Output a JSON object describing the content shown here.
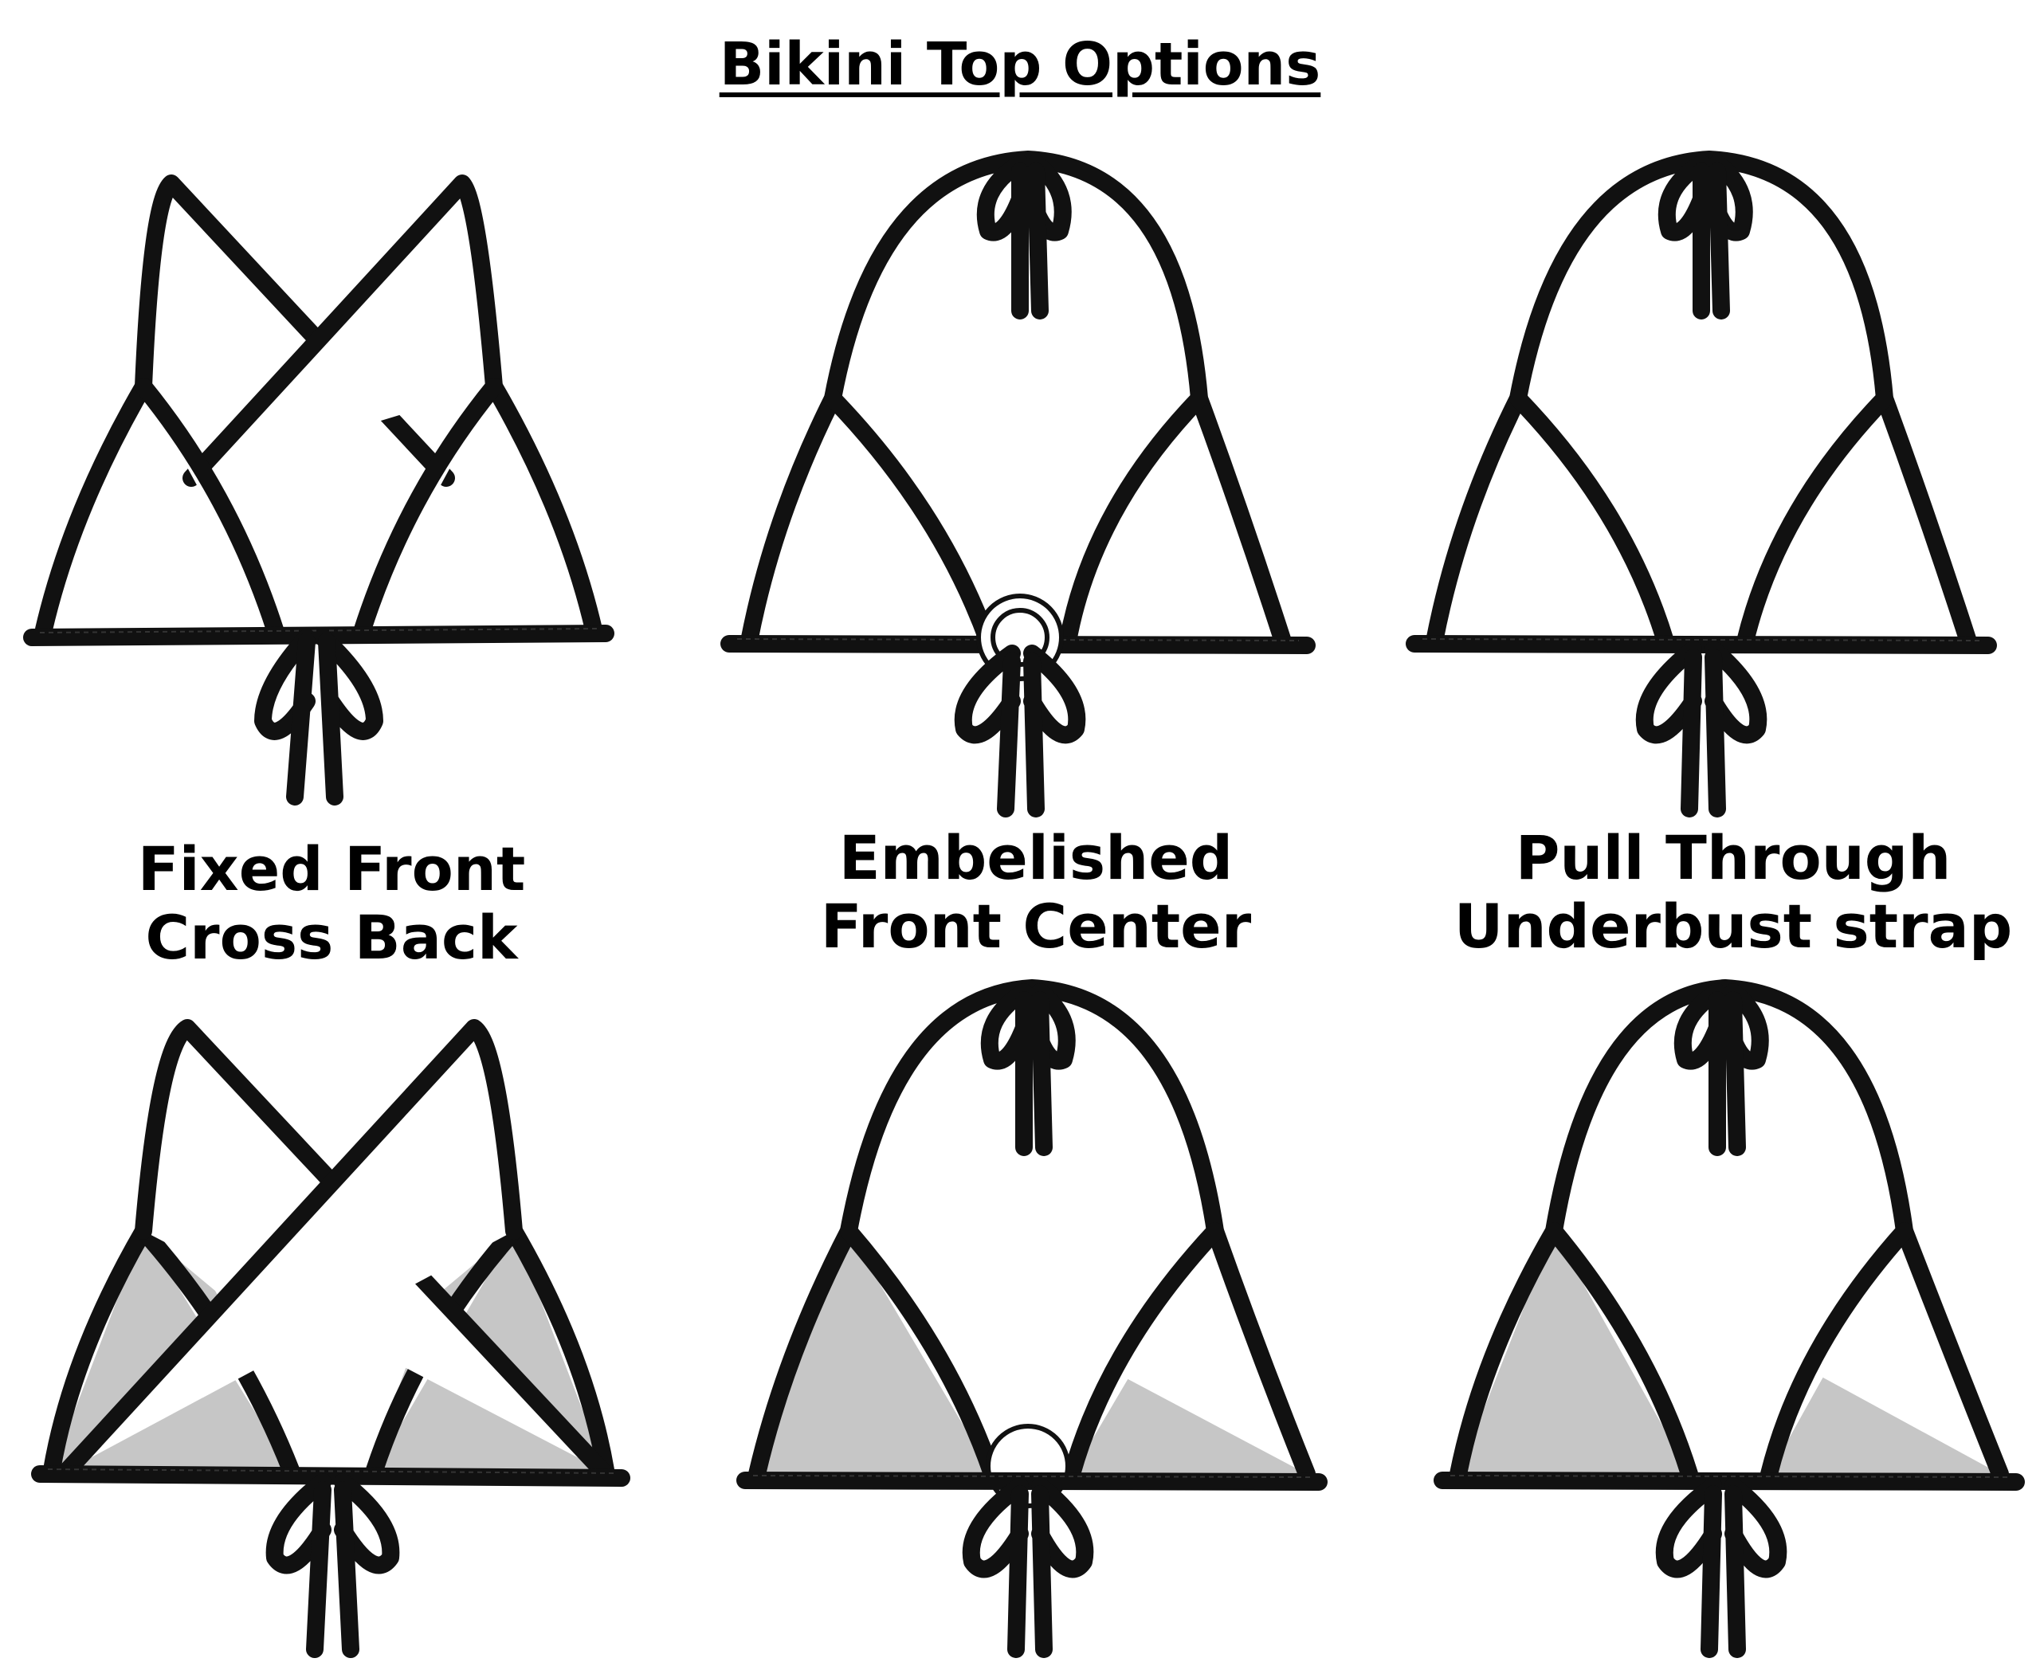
{
  "title": "Bikini Top Options",
  "options": [
    {
      "line1": "Fixed Front",
      "line2": "Cross Back"
    },
    {
      "line1": "Embelished",
      "line2": "Front Center"
    },
    {
      "line1": "Pull Through",
      "line2": "Underbust strap"
    }
  ],
  "colors": {
    "outline": "#111111",
    "fabric_front": "#ffffff",
    "fabric_back": "#c6c6c6"
  }
}
